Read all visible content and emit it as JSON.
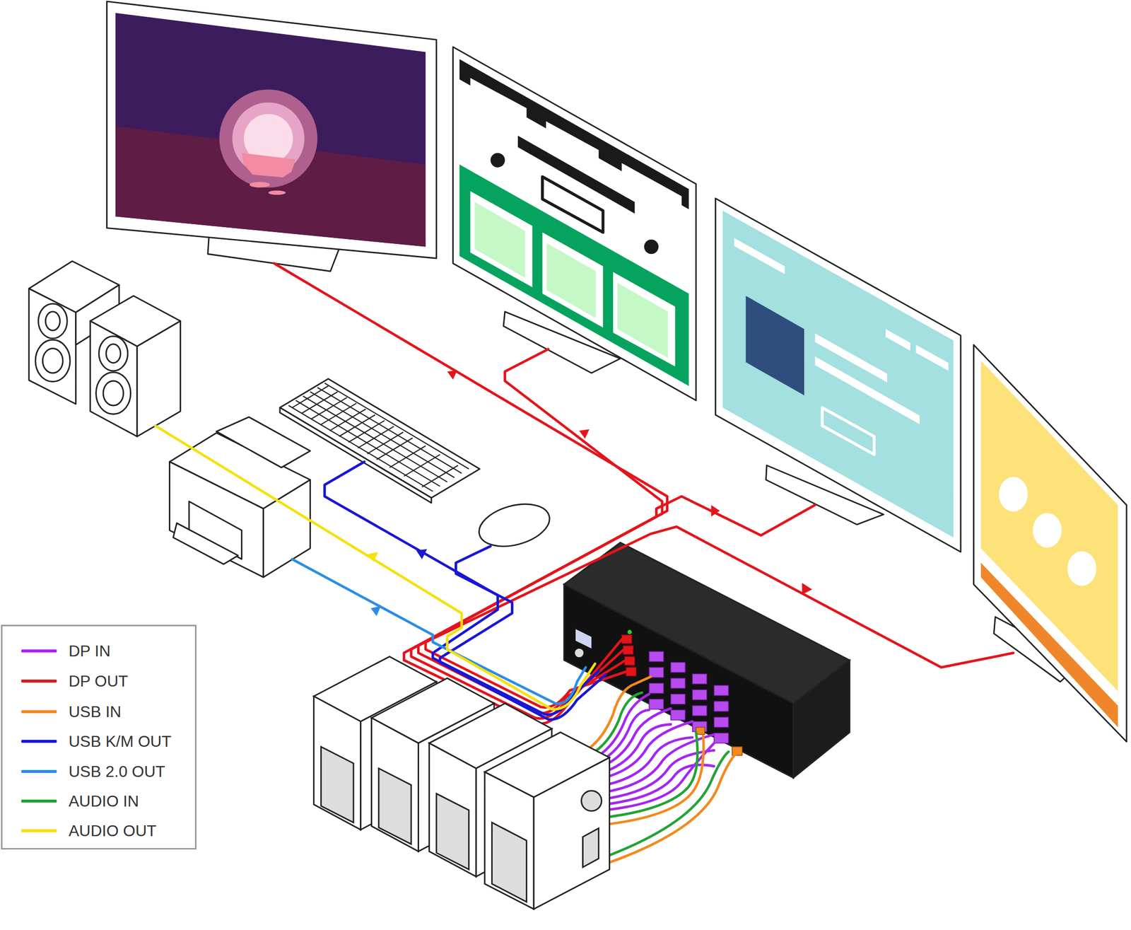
{
  "diagram": {
    "legend": [
      {
        "text": "DP IN",
        "color": "#a526f2"
      },
      {
        "text": "DP OUT",
        "color": "#e5141b"
      },
      {
        "text": "USB IN",
        "color": "#f28a1e"
      },
      {
        "text": "USB K/M OUT",
        "color": "#1717d6"
      },
      {
        "text": "USB 2.0 OUT",
        "color": "#2b8de6"
      },
      {
        "text": "AUDIO IN",
        "color": "#21a336"
      },
      {
        "text": "AUDIO OUT",
        "color": "#f5e10c"
      }
    ]
  }
}
